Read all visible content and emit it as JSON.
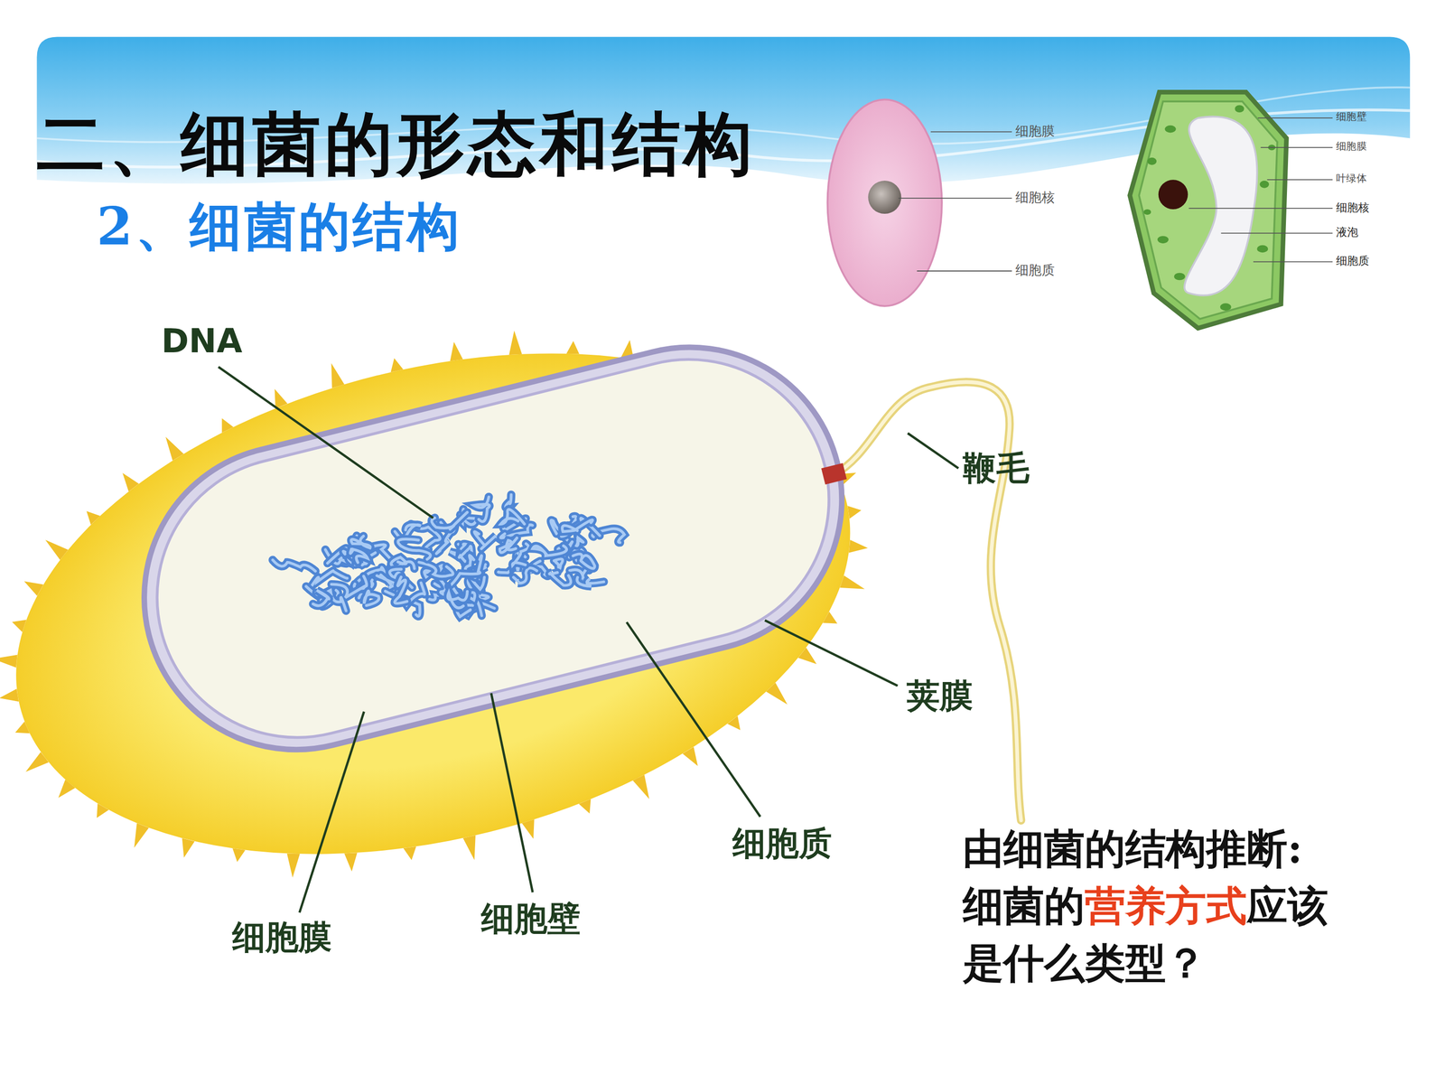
{
  "diagram": {
    "title": "二、细菌的形态和结构",
    "labels": [
      "2、细菌的结构",
      "细胞膜",
      "细胞核",
      "细胞质",
      "细胞壁",
      "细胞膜",
      "叶绿体",
      "细胞核",
      "液泡",
      "细胞质",
      "DNA",
      "鞭毛",
      "荚膜",
      "细胞质",
      "细胞壁",
      "细胞膜",
      "由细菌的结构推断:",
      "细菌的",
      "营养方式",
      "应该是什么类型？"
    ]
  }
}
